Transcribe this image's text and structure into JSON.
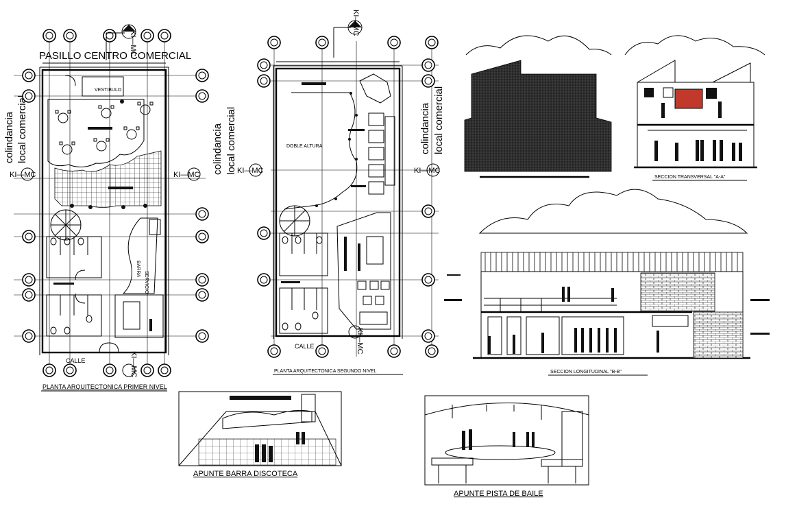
{
  "plan1": {
    "north_text": "PASILLO CENTRO COMERCIAL",
    "side_a": "colindancia",
    "side_b": "local comercial",
    "street": "CALLE",
    "title": "PLANTA ARQUITECTONICA PRIMER NIVEL",
    "room_vestibulo": "VESTIBULO",
    "room_barra": "BARRA",
    "room_servicio": "SERVICIO"
  },
  "plan2": {
    "side_a": "colindancia",
    "side_b": "local comercial",
    "double_height": "DOBLE ALTURA",
    "street": "CALLE",
    "title": "PLANTA ARQUITECTONICA SEGUNDO NIVEL"
  },
  "axis_markers": {
    "ki_mc": "KI—MC"
  },
  "sections": {
    "transversal": "SECCION TRANSVERSAL \"A-A\"",
    "longitudinal": "SECCION LONGITUDINAL \"B-B\""
  },
  "sketches": {
    "barra": "APUNTE   BARRA DISCOTECA",
    "pista": "APUNTE   PISTA DE BAILE"
  }
}
